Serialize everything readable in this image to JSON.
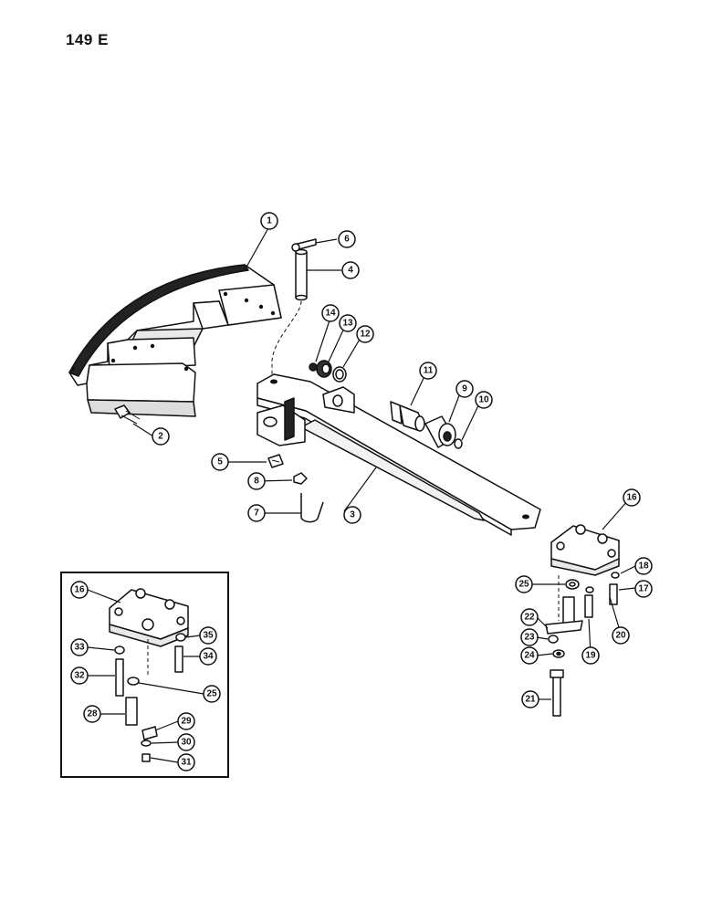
{
  "page_number": "149 E",
  "callouts": [
    {
      "id": "c1",
      "label": "1"
    },
    {
      "id": "c2",
      "label": "2"
    },
    {
      "id": "c3",
      "label": "3"
    },
    {
      "id": "c4",
      "label": "4"
    },
    {
      "id": "c5",
      "label": "5"
    },
    {
      "id": "c6",
      "label": "6"
    },
    {
      "id": "c7",
      "label": "7"
    },
    {
      "id": "c8",
      "label": "8"
    },
    {
      "id": "c9",
      "label": "9"
    },
    {
      "id": "c10",
      "label": "10"
    },
    {
      "id": "c11",
      "label": "11"
    },
    {
      "id": "c12",
      "label": "12"
    },
    {
      "id": "c13",
      "label": "13"
    },
    {
      "id": "c14",
      "label": "14"
    },
    {
      "id": "c16a",
      "label": "16"
    },
    {
      "id": "c17",
      "label": "17"
    },
    {
      "id": "c18",
      "label": "18"
    },
    {
      "id": "c19",
      "label": "19"
    },
    {
      "id": "c20",
      "label": "20"
    },
    {
      "id": "c21",
      "label": "21"
    },
    {
      "id": "c22",
      "label": "22"
    },
    {
      "id": "c23",
      "label": "23"
    },
    {
      "id": "c24",
      "label": "24"
    },
    {
      "id": "c25a",
      "label": "25"
    },
    {
      "id": "c16b",
      "label": "16"
    },
    {
      "id": "c25b",
      "label": "25"
    },
    {
      "id": "c28",
      "label": "28"
    },
    {
      "id": "c29",
      "label": "29"
    },
    {
      "id": "c30",
      "label": "30"
    },
    {
      "id": "c31",
      "label": "31"
    },
    {
      "id": "c32",
      "label": "32"
    },
    {
      "id": "c33",
      "label": "33"
    },
    {
      "id": "c34",
      "label": "34"
    },
    {
      "id": "c35",
      "label": "35"
    }
  ]
}
